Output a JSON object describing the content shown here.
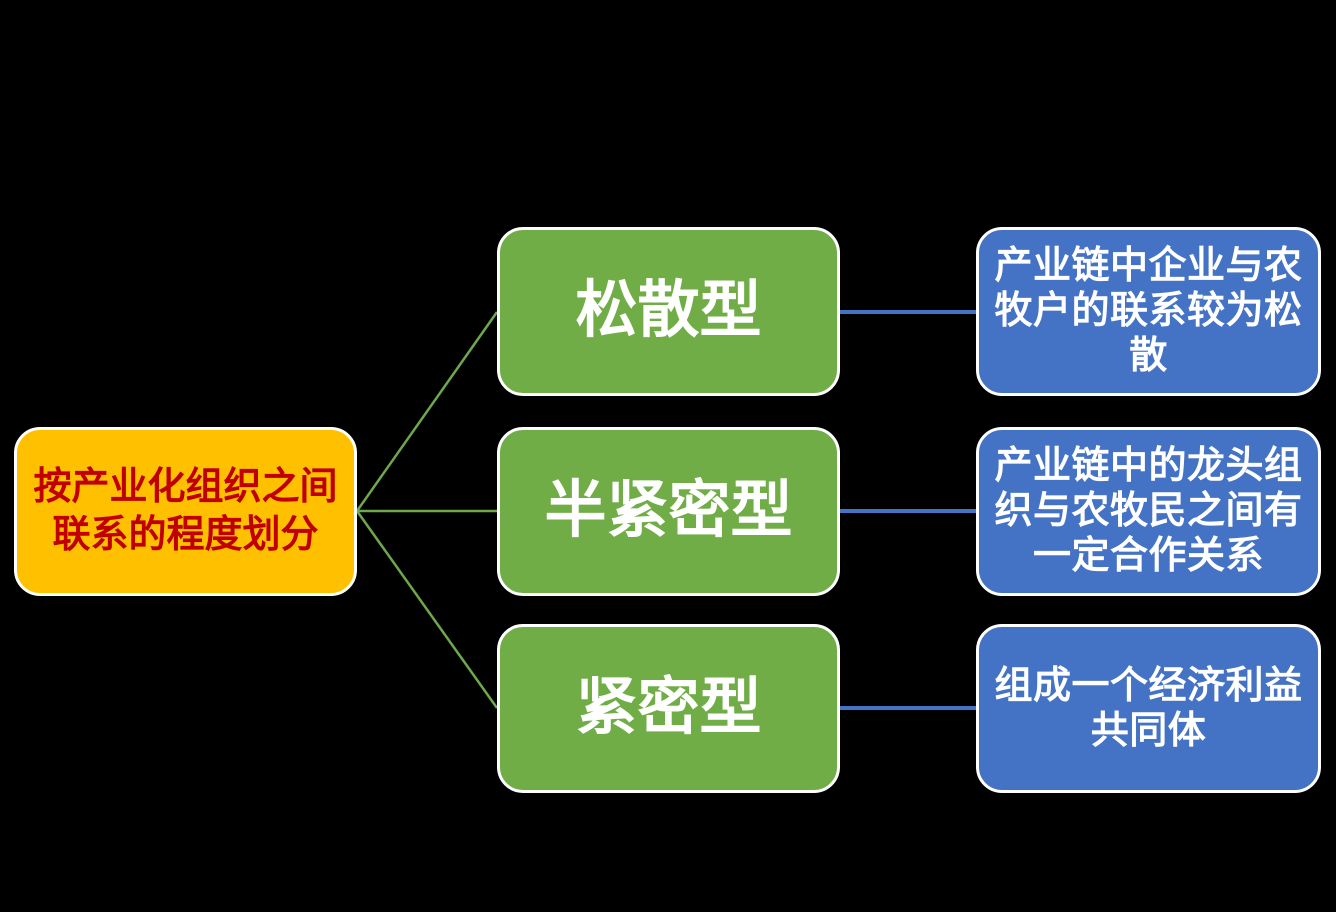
{
  "diagram": {
    "root": {
      "label": "按产业化组织之间联系的程度划分",
      "label_lines": [
        "按产业化组织之间",
        "联系的程度划分"
      ],
      "fill_color": "#FFC000",
      "text_color": "#C00000"
    },
    "branches": [
      {
        "type_label": "松散型",
        "description": "产业链中企业与农牧户的联系较为松散",
        "description_lines": [
          "产业链中企业与农",
          "牧户的联系较为松",
          "散"
        ]
      },
      {
        "type_label": "半紧密型",
        "description": "产业链中的龙头组织与农牧民之间有一定合作关系",
        "description_lines": [
          "产业链中的龙头组",
          "织与农牧民之间有",
          "一定合作关系"
        ]
      },
      {
        "type_label": "紧密型",
        "description": "组成一个经济利益共同体",
        "description_lines": [
          "组成一个经济利益",
          "共同体",
          ""
        ]
      }
    ],
    "colors": {
      "background": "#000000",
      "type_box_fill": "#70AD47",
      "description_box_fill": "#4472C4",
      "root_box_fill": "#FFC000",
      "root_text": "#C00000",
      "box_border": "#FFFFFF",
      "green_connector": "#6FA84C",
      "blue_connector": "#4472C4",
      "branch_text": "#FFFFFF"
    }
  }
}
